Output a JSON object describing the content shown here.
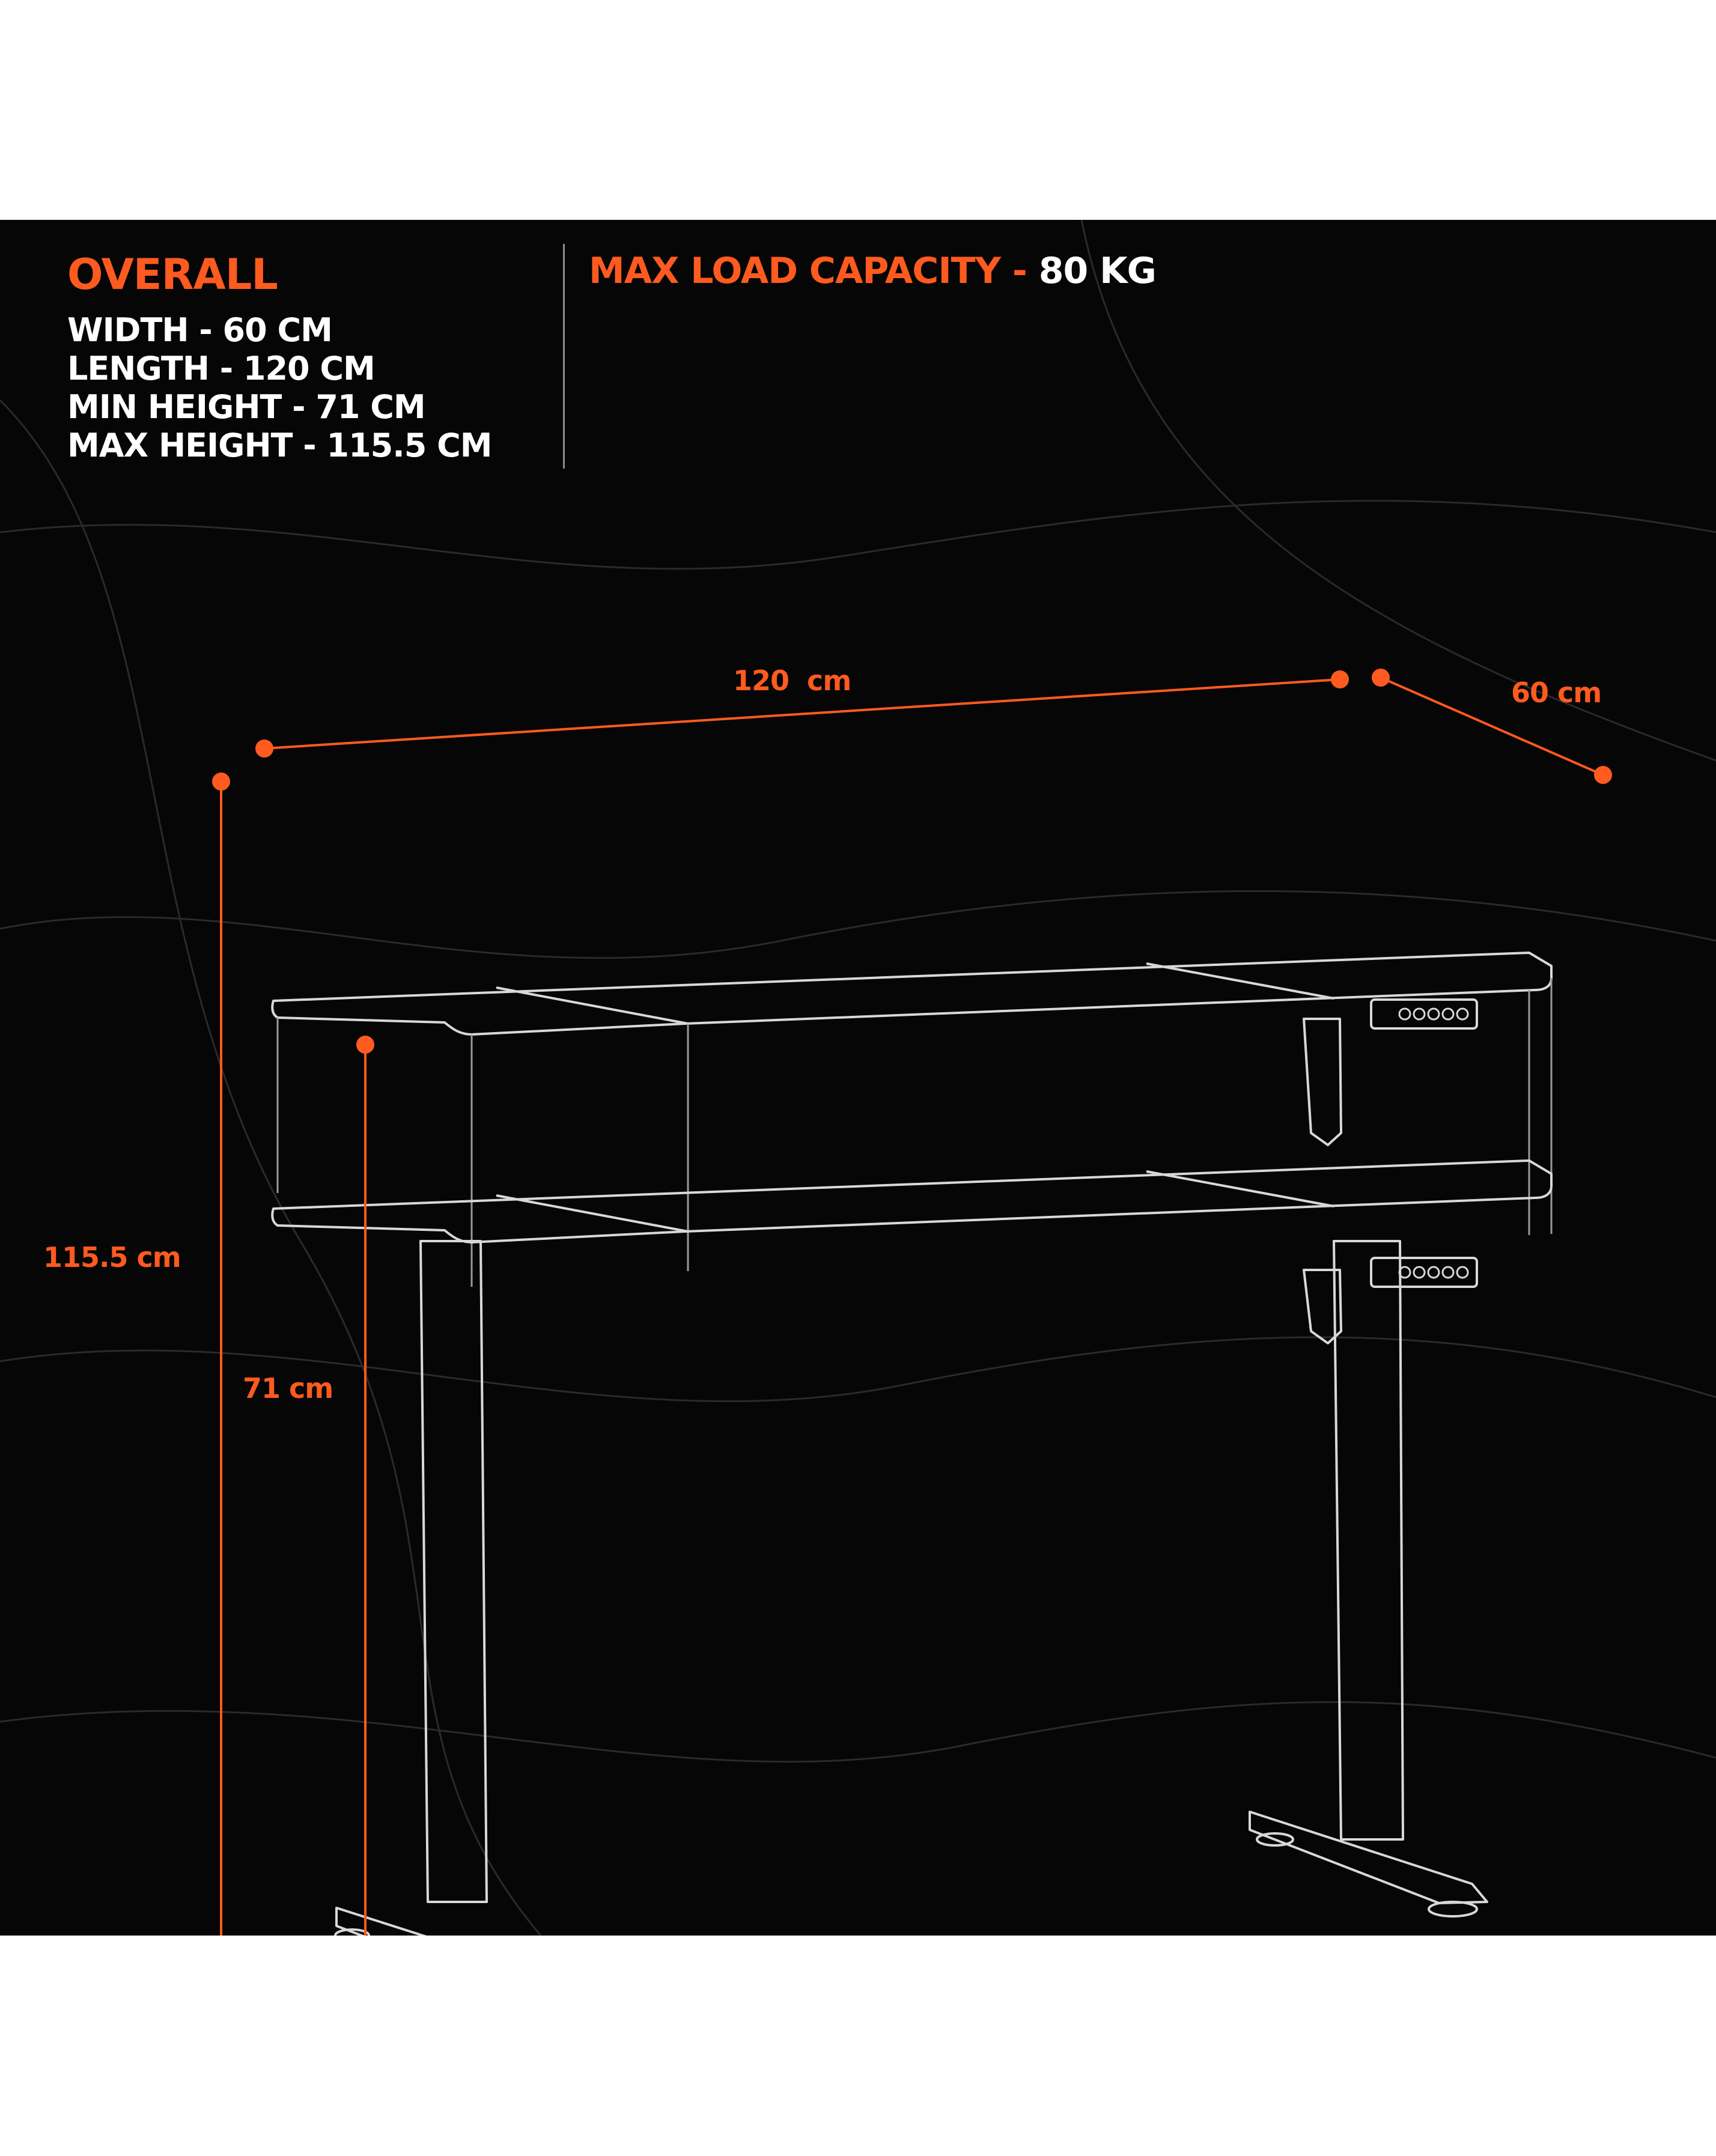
{
  "overall": {
    "title": "OVERALL",
    "specs": {
      "width": "WIDTH - 60 CM",
      "length": "LENGTH - 120 CM",
      "min_height": "MIN HEIGHT - 71 CM",
      "max_height": "MAX HEIGHT - 115.5 CM"
    }
  },
  "load": {
    "label": "MAX LOAD CAPACITY - ",
    "value": "80 KG"
  },
  "dimensions": {
    "length": "120  cm",
    "width": "60 cm",
    "max_height": "115.5 cm",
    "min_height": "71 cm"
  },
  "colors": {
    "accent": "#ff5a1f",
    "background": "#060606",
    "text": "#ffffff",
    "outline": "#d8d8d8"
  }
}
